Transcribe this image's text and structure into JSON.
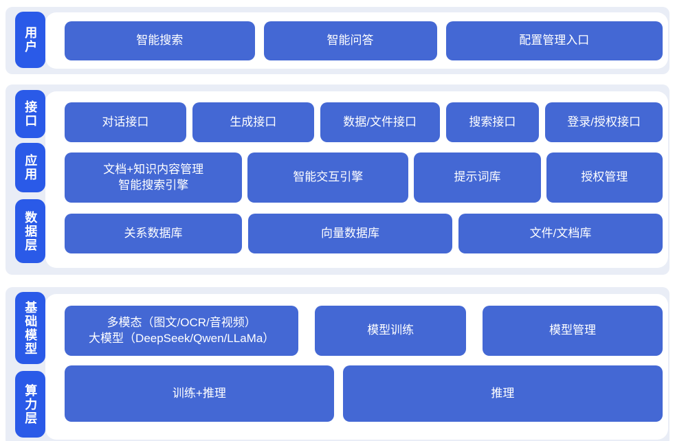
{
  "colors": {
    "page_bg": "#ffffff",
    "band_bg": "#e9edf6",
    "panel_bg": "#ffffff",
    "pill_bg": "#2a5ae8",
    "block_bg": "#4468d4",
    "text_light": "#ffffff"
  },
  "bands": [
    {
      "labels": [
        {
          "text": "用户"
        }
      ],
      "rows": [
        {
          "buttons": [
            {
              "label": "智能搜索"
            },
            {
              "label": "智能问答"
            },
            {
              "label": "配置管理入口"
            }
          ]
        }
      ]
    },
    {
      "labels": [
        {
          "text": "接口"
        },
        {
          "text": "应用"
        },
        {
          "text": "数据层"
        }
      ],
      "rows": [
        {
          "buttons": [
            {
              "label": "对话接口"
            },
            {
              "label": "生成接口"
            },
            {
              "label": "数据/文件接口"
            },
            {
              "label": "搜索接口"
            },
            {
              "label": "登录/授权接口"
            }
          ]
        },
        {
          "buttons": [
            {
              "lines": [
                "文档+知识内容管理",
                "智能搜索引擎"
              ]
            },
            {
              "label": "智能交互引擎"
            },
            {
              "label": "提示词库"
            },
            {
              "label": "授权管理"
            }
          ]
        },
        {
          "buttons": [
            {
              "label": "关系数据库"
            },
            {
              "label": "向量数据库"
            },
            {
              "label": "文件/文档库"
            }
          ]
        }
      ]
    },
    {
      "labels": [
        {
          "text": "基础模型"
        },
        {
          "text": "算力层"
        }
      ],
      "rows": [
        {
          "buttons": [
            {
              "lines": [
                "多模态（图文/OCR/音视频）",
                "大模型（DeepSeek/Qwen/LLaMa）"
              ]
            },
            {
              "label": "模型训练"
            },
            {
              "label": "模型管理"
            }
          ]
        },
        {
          "buttons": [
            {
              "label": "训练+推理"
            },
            {
              "label": "推理"
            }
          ]
        }
      ]
    }
  ]
}
